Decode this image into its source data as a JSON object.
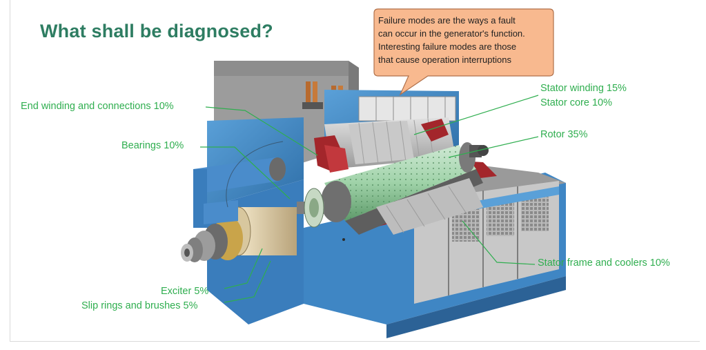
{
  "title": "What shall be diagnosed?",
  "callout": {
    "lines": [
      "Failure modes are the ways a fault",
      "can occur in the generator's function.",
      "Interesting failure modes are those",
      "that cause operation interruptions"
    ],
    "fill": "#f8b98f",
    "border": "#b0704a"
  },
  "labels": {
    "end_winding": "End winding and connections 10%",
    "bearings": "Bearings 10%",
    "stator_winding": "Stator winding 15%",
    "stator_core": "Stator core 10%",
    "rotor": "Rotor 35%",
    "stator_frame": "Stator frame and coolers 10%",
    "exciter": "Exciter 5%",
    "slip_rings": "Slip rings and brushes 5%"
  },
  "colors": {
    "title": "#2e7d62",
    "label": "#2fae4f",
    "housing_blue": "#3f86c4",
    "winding_red": "#a3262b",
    "rotor_green": "#9fd2a8"
  }
}
